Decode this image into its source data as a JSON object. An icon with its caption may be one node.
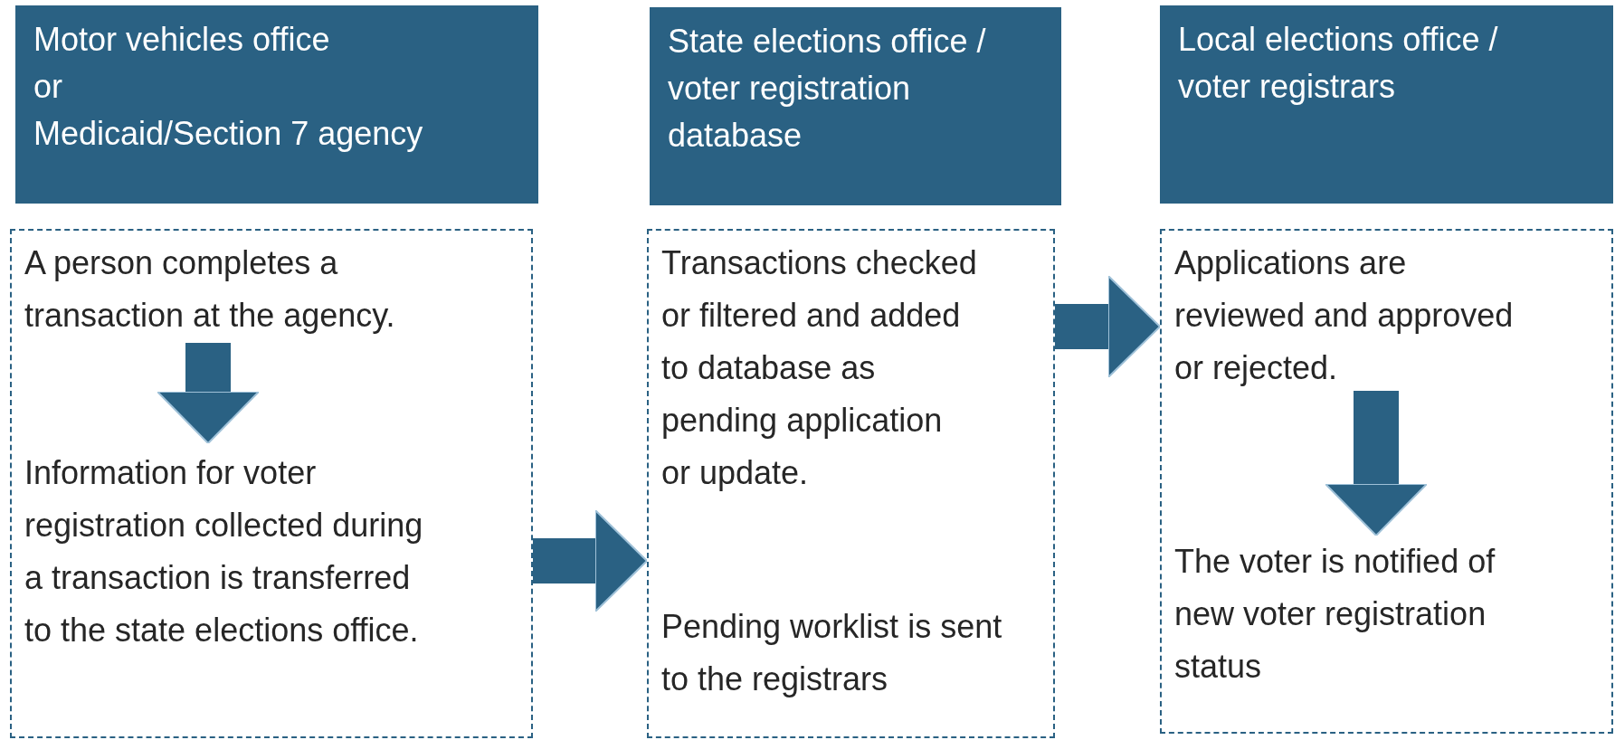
{
  "diagram": {
    "nodes": [
      {
        "text": [
          "Motor vehicles office",
          "or",
          "Medicaid/Section 7 agency"
        ]
      },
      {
        "text": [
          "State elections office / voter registration database"
        ]
      },
      {
        "text": [
          "Local elections office / voter registrars"
        ]
      },
      {
        "text": [],
        "shape": "box"
      },
      {
        "text": [],
        "shape": "box"
      },
      {
        "text": [],
        "shape": "box"
      },
      {
        "text": [
          "A person completes a transaction at the agency."
        ],
        "in": 3
      },
      {
        "text": [
          "Information for voter registration collected during a transaction is transferred to the state elections office."
        ],
        "in": 3
      },
      {
        "text": [
          "Transactions checked or filtered and added to database as pending application or update."
        ],
        "in": 4
      },
      {
        "text": [
          "Pending worklist is sent to the registrars"
        ],
        "in": 4
      },
      {
        "text": [
          "Applications are reviewed and approved or rejected."
        ],
        "in": 5
      },
      {
        "text": [
          "The voter is notified of new voter registration status"
        ],
        "in": 5
      }
    ],
    "edges": [
      {
        "from": 6,
        "to": 7,
        "arrow": "to"
      },
      {
        "from": 3,
        "to": 4,
        "arrow": "to"
      },
      {
        "from": 4,
        "to": 5,
        "arrow": "to"
      },
      {
        "from": 10,
        "to": 11,
        "arrow": "to"
      }
    ]
  }
}
